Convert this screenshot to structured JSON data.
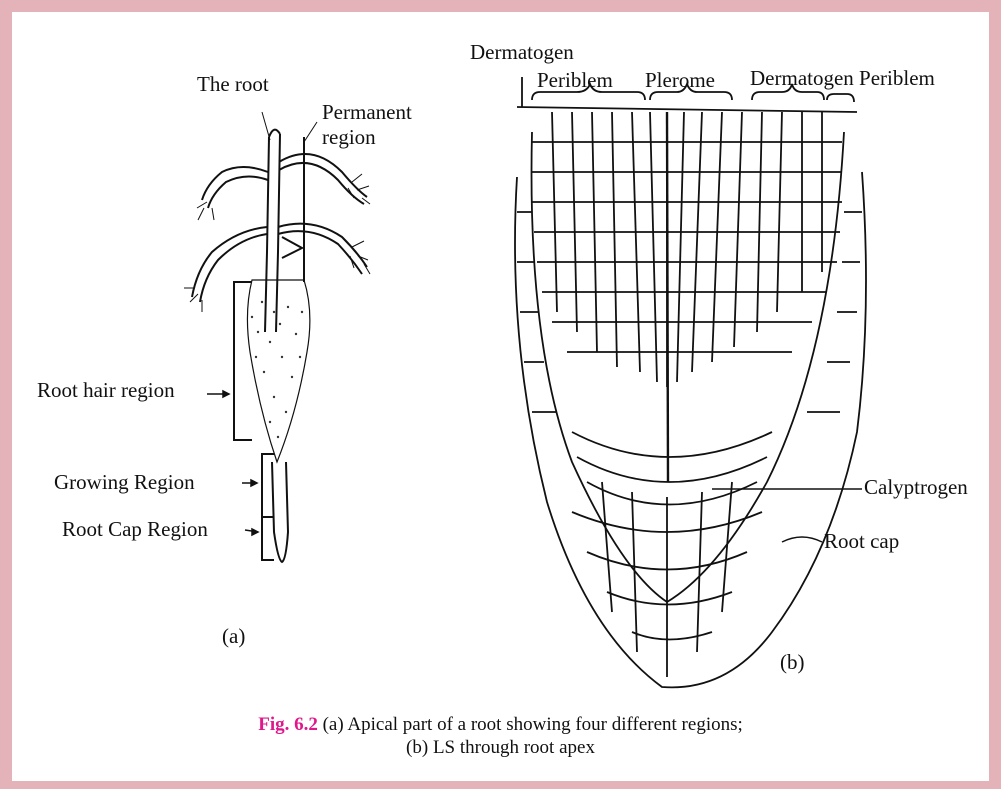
{
  "figure_a": {
    "labels": {
      "the_root": "The root",
      "permanent_region": "Permanent\nregion",
      "root_hair_region": "Root hair region",
      "growing_region": "Growing Region",
      "root_cap_region": "Root Cap Region"
    },
    "panel_label": "(a)"
  },
  "figure_b": {
    "labels": {
      "dermatogen_left": "Dermatogen",
      "periblem_left": "Periblem",
      "plerome": "Plerome",
      "dermatogen_periblem": "Dermatogen Periblem",
      "calyptrogen": "Calyptrogen",
      "root_cap": "Root cap"
    },
    "panel_label": "(b)"
  },
  "caption": {
    "fig_number": "Fig. 6.2",
    "line1": "(a) Apical part of a root showing four different regions;",
    "line2": "(b) LS through root apex"
  }
}
